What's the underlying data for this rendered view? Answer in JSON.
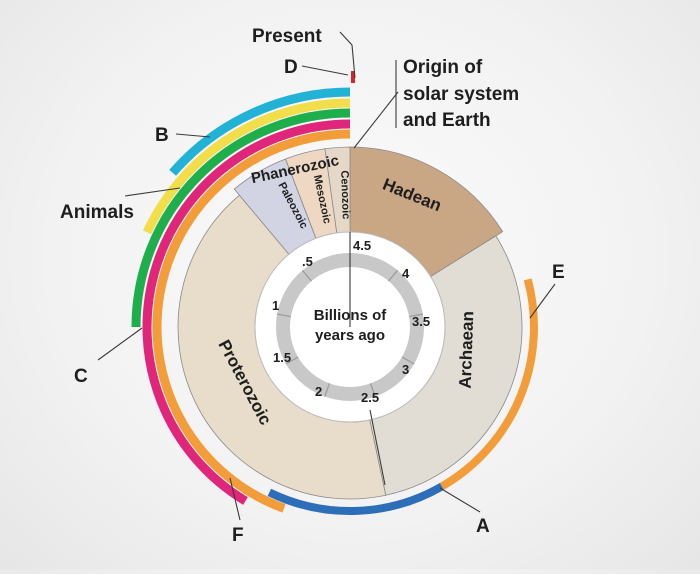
{
  "labels": {
    "present": "Present",
    "origin": [
      "Origin of",
      "solar system",
      "and Earth"
    ],
    "animals": "Animals",
    "A": "A",
    "B": "B",
    "C": "C",
    "D": "D",
    "E": "E",
    "F": "F"
  },
  "eons": {
    "hadean": "Hadean",
    "archaean": "Archaean",
    "proterozoic": "Proterozoic",
    "phanerozoic": "Phanerozoic"
  },
  "eras": {
    "paleozoic": "Paleozoic",
    "mesozoic": "Mesozoic",
    "cenozoic": "Cenozoic"
  },
  "center_text": [
    "Billions of",
    "years ago"
  ],
  "ticks": [
    {
      "label": ".5",
      "value": 0.5
    },
    {
      "label": "1",
      "value": 1
    },
    {
      "label": "1.5",
      "value": 1.5
    },
    {
      "label": "2",
      "value": 2
    },
    {
      "label": "2.5",
      "value": 2.5
    },
    {
      "label": "3",
      "value": 3
    },
    {
      "label": "3.5",
      "value": 3.5
    },
    {
      "label": "4",
      "value": 4
    },
    {
      "label": "4.5",
      "value": 4.5
    }
  ],
  "colors": {
    "hadean": "#c9a684",
    "archaean": "#e2ddd4",
    "proterozoic": "#e8dcca",
    "paleozoic": "#d2d3e3",
    "mesozoic": "#eed8c4",
    "cenozoic": "#e6d8c8",
    "band_cyan": "#22b2d6",
    "band_yellow": "#f2de4a",
    "band_green": "#1fae4c",
    "band_magenta": "#e0267b",
    "band_orange": "#f29c3a",
    "band_blue": "#2c6fb8",
    "ring": "#c9c9c9",
    "present_mark": "#d8232a"
  }
}
